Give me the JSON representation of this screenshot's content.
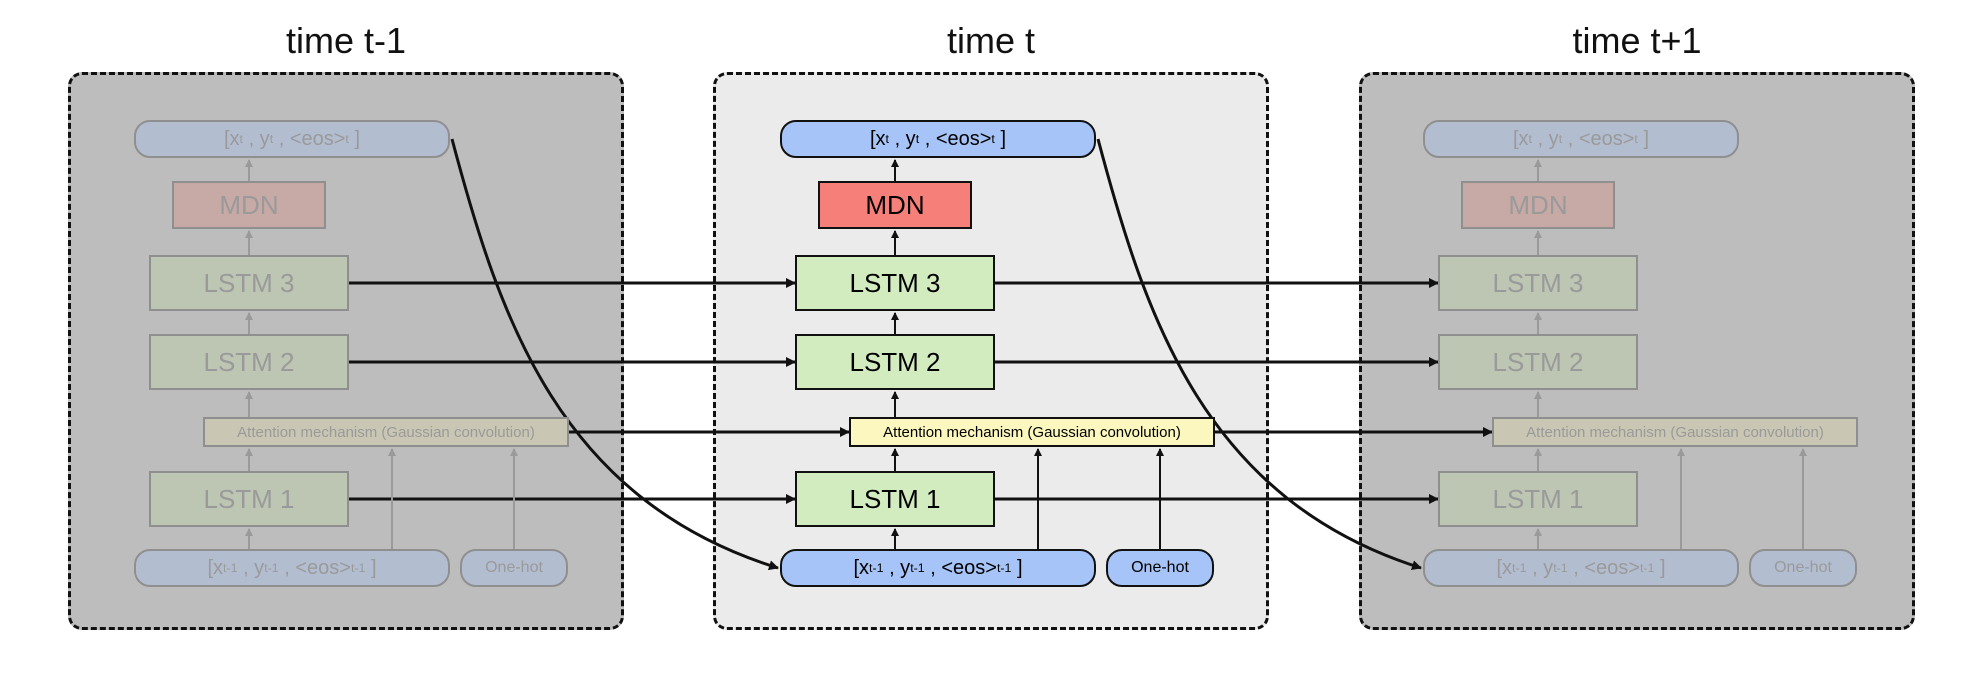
{
  "columns": [
    {
      "title": "time t-1"
    },
    {
      "title": "time t"
    },
    {
      "title": "time t+1"
    }
  ],
  "labels": {
    "out_bracket_open": "[x",
    "out_sub": "t",
    "out_mid": ", y",
    "out_sub2": "t",
    "out_mid2": ", <eos>",
    "out_sub3": "t",
    "out_close": "]",
    "in_bracket_open": "[x",
    "in_sub": "t-1",
    "in_mid": ", y",
    "in_sub2": "t-1",
    "in_mid2": ", <eos>",
    "in_sub3": "t-1",
    "in_close": "]",
    "mdn": "MDN",
    "lstm3": "LSTM 3",
    "lstm2": "LSTM 2",
    "lstm1": "LSTM 1",
    "attention": "Attention mechanism (Gaussian convolution)",
    "onehot": "One-hot"
  },
  "colors": {
    "io": "#a6c4f7",
    "mdn": "#f77f7a",
    "lstm": "#d2ecc0",
    "attention": "#fbf7bf",
    "active_frame_bg": "#ebebeb",
    "faded_frame_bg": "#bdbdbd"
  }
}
